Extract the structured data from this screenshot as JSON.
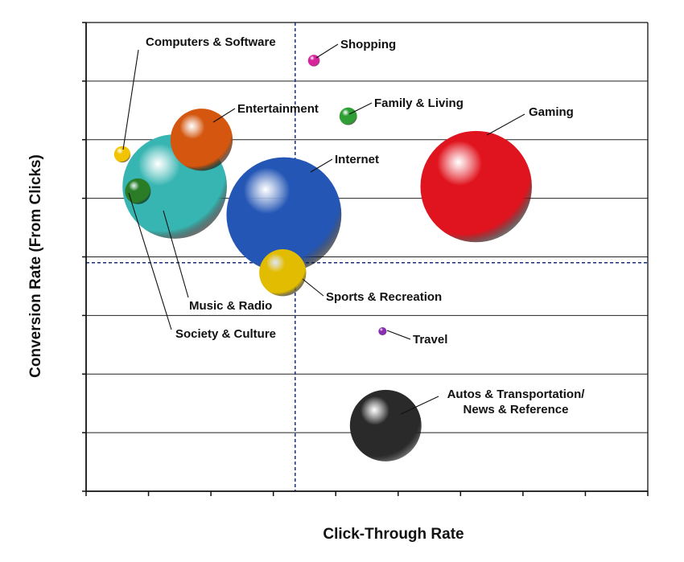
{
  "chart_data": {
    "type": "scatter",
    "subtype": "bubble",
    "title": "",
    "xlabel": "Click-Through Rate",
    "ylabel": "Conversion Rate (From Clicks)",
    "xlim": [
      0,
      9
    ],
    "ylim": [
      0,
      8
    ],
    "grid": {
      "horizontal": true,
      "vertical": false
    },
    "x_tick_count": 10,
    "y_tick_count": 9,
    "reference_lines": {
      "x": 3.35,
      "y": 3.9
    },
    "legend": "none",
    "points": [
      {
        "label": "Computers & Software",
        "x": 0.58,
        "y": 5.75,
        "size": 0.14,
        "color": "#f2c300"
      },
      {
        "label": "Shopping",
        "x": 3.65,
        "y": 7.35,
        "size": 0.1,
        "color": "#d6249c"
      },
      {
        "label": "Entertainment",
        "x": 1.85,
        "y": 6.0,
        "size": 0.53,
        "color": "#d4560f"
      },
      {
        "label": "Family & Living",
        "x": 4.2,
        "y": 6.4,
        "size": 0.15,
        "color": "#2e9e35"
      },
      {
        "label": "Gaming",
        "x": 6.25,
        "y": 5.2,
        "size": 0.95,
        "color": "#e0141e"
      },
      {
        "label": "Music & Radio",
        "x": 1.42,
        "y": 5.2,
        "size": 0.89,
        "color": "#37b5b2"
      },
      {
        "label": "Society & Culture",
        "x": 0.83,
        "y": 5.12,
        "size": 0.22,
        "color": "#2a7c27"
      },
      {
        "label": "Internet",
        "x": 3.17,
        "y": 4.72,
        "size": 0.98,
        "color": "#2456b5"
      },
      {
        "label": "Sports & Recreation",
        "x": 3.15,
        "y": 3.73,
        "size": 0.4,
        "color": "#e2bc00"
      },
      {
        "label": "Travel",
        "x": 4.75,
        "y": 2.73,
        "size": 0.07,
        "color": "#8a2db0"
      },
      {
        "label": "Autos & Transportation/\nNews & Reference",
        "x": 4.8,
        "y": 1.12,
        "size": 0.61,
        "color": "#2a2a2a"
      }
    ]
  }
}
